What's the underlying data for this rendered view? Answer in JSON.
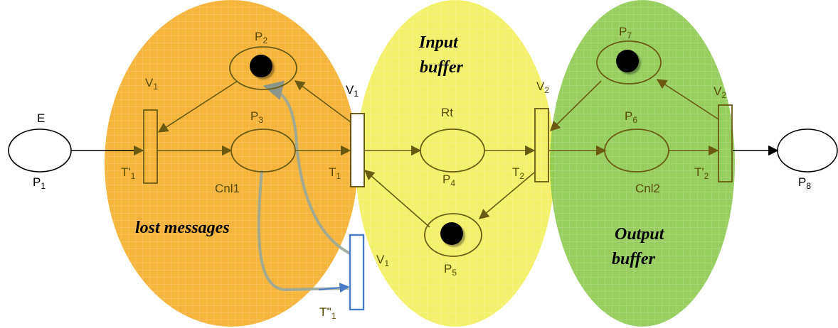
{
  "colors": {
    "lost_region": "#f5b53c",
    "input_region": "#f2ee5c",
    "output_region": "#8cc94e",
    "net_line": "#6b5a12",
    "token": "#000000",
    "feedback_path": "#9aa79a",
    "timeout_transition": "#4a7bc8"
  },
  "regions": {
    "lost": "lost messages",
    "input_line1": "Input",
    "input_line2": "buffer",
    "output_line1": "Output",
    "output_line2": "buffer"
  },
  "places": {
    "p1": {
      "name": "P",
      "sub": "1",
      "top": "E",
      "tokens": 0
    },
    "p2": {
      "name": "P",
      "sub": "2",
      "tokens": 1
    },
    "p3": {
      "name": "P",
      "sub": "3",
      "bottom": "Cnl1",
      "tokens": 0
    },
    "p4": {
      "name": "P",
      "sub": "4",
      "top": "Rt",
      "tokens": 0
    },
    "p5": {
      "name": "P",
      "sub": "5",
      "tokens": 1
    },
    "p6": {
      "name": "P",
      "sub": "6",
      "bottom": "Cnl2",
      "tokens": 0
    },
    "p7": {
      "name": "P",
      "sub": "7",
      "tokens": 1
    },
    "p8": {
      "name": "P",
      "sub": "8",
      "tokens": 0
    }
  },
  "transitions": {
    "t1p": {
      "name": "T'",
      "sub": "1",
      "guard": "V",
      "guard_sub": "1"
    },
    "t1": {
      "name": "T",
      "sub": "1",
      "guard": "V",
      "guard_sub": "1"
    },
    "t2": {
      "name": "T",
      "sub": "2",
      "guard": "V",
      "guard_sub": "2"
    },
    "t2p": {
      "name": "T'",
      "sub": "2",
      "guard": "V",
      "guard_sub": "2"
    },
    "t1pp": {
      "name": "T''",
      "sub": "1",
      "guard": "V",
      "guard_sub": "1"
    }
  }
}
